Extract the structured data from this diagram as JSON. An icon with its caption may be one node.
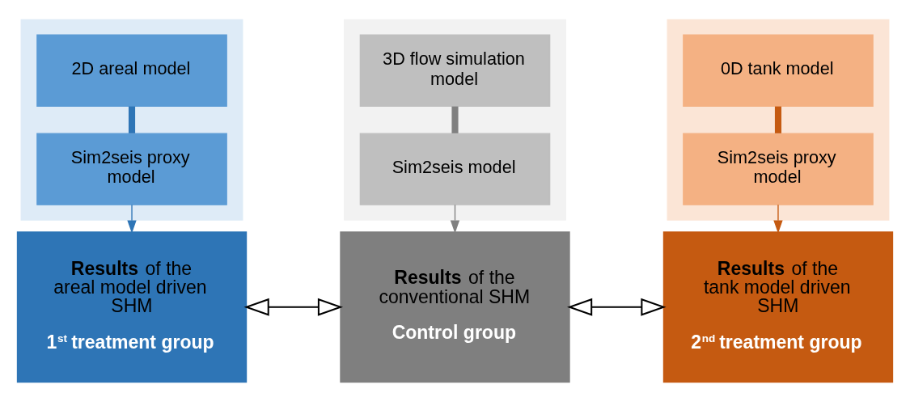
{
  "diagram": {
    "nodes": [
      {
        "text": [],
        "shape": "box"
      },
      {
        "text": [
          "2D areal model"
        ],
        "in": 0
      },
      {
        "text": [
          "Sim2seis proxy model"
        ],
        "in": 0
      },
      {
        "text": [
          "**Results** of the areal model driven SHM",
          "1$^{st}$ treatment group"
        ]
      },
      {
        "text": [],
        "shape": "box"
      },
      {
        "text": [
          "3D flow simulation model"
        ],
        "in": 4
      },
      {
        "text": [
          "Sim2seis model"
        ],
        "in": 4
      },
      {
        "text": [
          "**Results** of the conventional SHM",
          "Control group"
        ]
      },
      {
        "text": [],
        "shape": "box"
      },
      {
        "text": [
          "0D tank model"
        ],
        "in": 8
      },
      {
        "text": [
          "Sim2seis proxy model"
        ],
        "in": 8
      },
      {
        "text": [
          "**Results** of the tank model driven SHM",
          "2$^{nd}$ treatment group"
        ]
      }
    ],
    "edges": [
      {
        "from": 1,
        "to": 2,
        "arrow": "none",
        "style": "thick",
        "color": "#2e75b6"
      },
      {
        "from": 2,
        "to": 3,
        "arrow": "to",
        "color": "#2e75b6"
      },
      {
        "from": 5,
        "to": 6,
        "arrow": "none",
        "style": "thick",
        "color": "#808080"
      },
      {
        "from": 6,
        "to": 7,
        "arrow": "to",
        "color": "#808080"
      },
      {
        "from": 9,
        "to": 10,
        "arrow": "none",
        "style": "thick",
        "color": "#c55a11"
      },
      {
        "from": 10,
        "to": 11,
        "arrow": "to",
        "color": "#c55a11"
      },
      {
        "from": 3,
        "to": 7,
        "arrow": "both",
        "color": "#000000"
      },
      {
        "from": 7,
        "to": 11,
        "arrow": "both",
        "color": "#000000"
      }
    ]
  }
}
